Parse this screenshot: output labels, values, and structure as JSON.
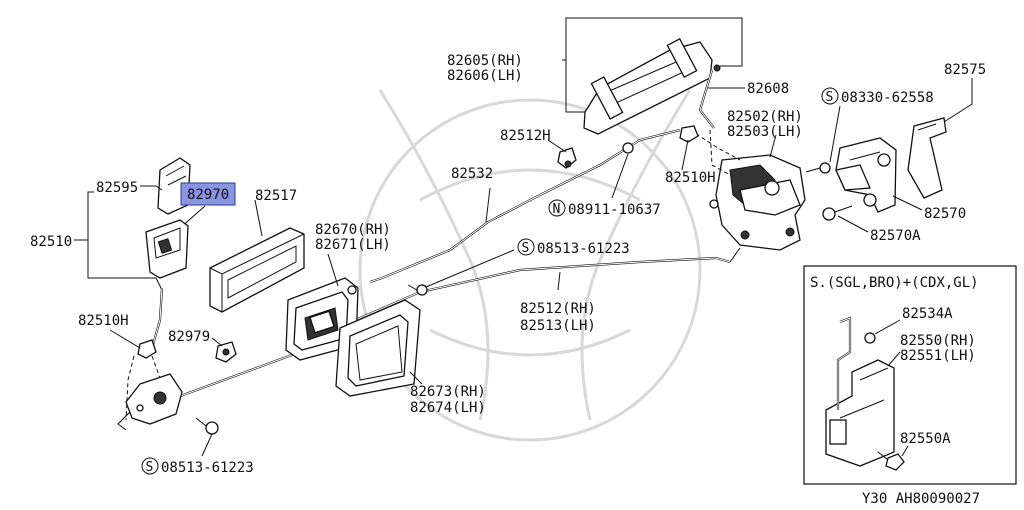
{
  "labels": {
    "p82605": "82605(RH)",
    "p82606": "82606(LH)",
    "p82608": "82608",
    "p82575": "82575",
    "s08330": "08330-62558",
    "p82502": "82502(RH)",
    "p82503": "82503(LH)",
    "p82512h": "82512H",
    "p82532": "82532",
    "p82510h_top": "82510H",
    "n08911": "08911-10637",
    "p82570": "82570",
    "p82570a": "82570A",
    "p82595": "82595",
    "p82970": "82970",
    "p82517": "82517",
    "p82510": "82510",
    "p82670": "82670(RH)",
    "p82671": "82671(LH)",
    "s08513_mid": "08513-61223",
    "p82512": "82512(RH)",
    "p82513": "82513(LH)",
    "p82510h_left": "82510H",
    "p82979": "82979",
    "p82673": "82673(RH)",
    "p82674": "82674(LH)",
    "s08513_bot": "08513-61223",
    "inset_title": "S.(SGL,BRO)+(CDX,GL)",
    "p82534a": "82534A",
    "p82550": "82550(RH)",
    "p82551": "82551(LH)",
    "p82550a": "82550A",
    "footer_ref": "Y30  AH80090027"
  },
  "symbols": {
    "s": "S",
    "n": "N"
  },
  "highlight_color": "#8a94e0"
}
